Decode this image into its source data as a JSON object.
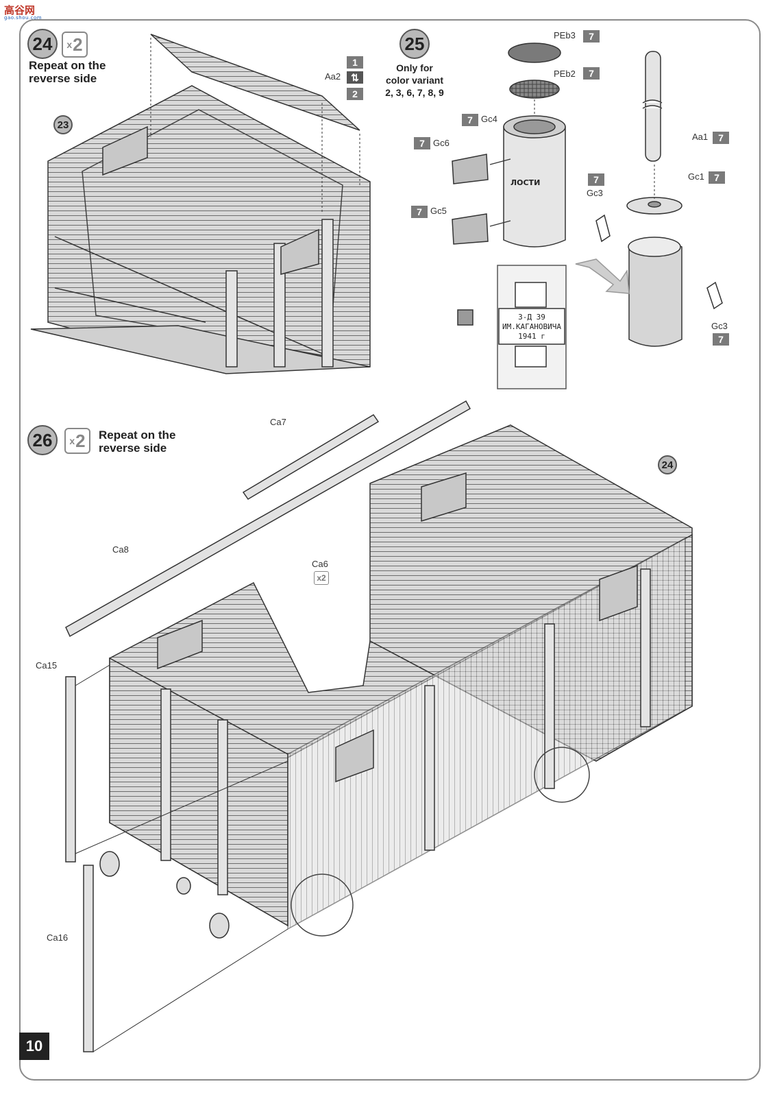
{
  "watermark": {
    "main": "高谷网",
    "sub": "gao.shou.com"
  },
  "steps": {
    "s24": {
      "number": "24",
      "multiplier": "2",
      "note": "Repeat on the reverse side",
      "ref": "23"
    },
    "s25": {
      "number": "25",
      "note_line1": "Only for",
      "note_line2": "color variant",
      "note_line3": "2, 3, 6, 7, 8, 9"
    },
    "s26": {
      "number": "26",
      "multiplier": "2",
      "note": "Repeat on the reverse side",
      "ref": "24"
    }
  },
  "parts": {
    "aa2": "Aa2",
    "badge1": "1",
    "badge2": "2",
    "peb3": "PEb3",
    "peb2": "PEb2",
    "gc4": "Gc4",
    "gc6": "Gc6",
    "gc5": "Gc5",
    "aa1": "Aa1",
    "gc1": "Gc1",
    "gc3a": "Gc3",
    "gc3b": "Gc3",
    "ca7": "Ca7",
    "ca8": "Ca8",
    "ca6": "Ca6",
    "ca6_mult": "x2",
    "ca15": "Ca15",
    "ca16": "Ca16",
    "color7": "7"
  },
  "stencil": {
    "line1": "3-Д 39",
    "line2": "ИМ.КАГАНОВИЧА",
    "line3": "1941 г"
  },
  "page": {
    "number": "10"
  }
}
